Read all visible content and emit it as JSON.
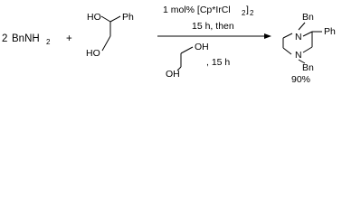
{
  "reaction": {
    "reagent1": {
      "coefficient": "2",
      "name": "BnNH",
      "subscript": "2"
    },
    "plus": "+",
    "diol": {
      "oh_top": "HO",
      "phenyl": "Ph",
      "oh_bottom": "HO"
    },
    "conditions": {
      "catalyst_prefix": "1 mol% [Cp*IrCl",
      "catalyst_sub": "2",
      "catalyst_suffix": "]",
      "catalyst_sub2": "2",
      "step1": "15 h, then",
      "glycol_oh_top": "OH",
      "glycol_oh_bottom": "OH",
      "step2": ", 15 h"
    },
    "product": {
      "n_top": "N",
      "bn_top": "Bn",
      "phenyl": "Ph",
      "n_bottom": "N",
      "bn_bottom": "Bn",
      "yield": "90%"
    }
  }
}
